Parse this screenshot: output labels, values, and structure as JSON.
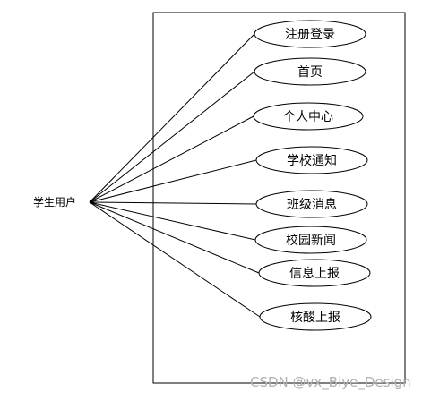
{
  "actor": {
    "label": "学生用户"
  },
  "use_cases": [
    {
      "label": "注册登录"
    },
    {
      "label": "首页"
    },
    {
      "label": "个人中心"
    },
    {
      "label": "学校通知"
    },
    {
      "label": "班级消息"
    },
    {
      "label": "校园新闻"
    },
    {
      "label": "信息上报"
    },
    {
      "label": "核酸上报"
    }
  ],
  "watermark": "CSDN @vx_Biye_Design"
}
